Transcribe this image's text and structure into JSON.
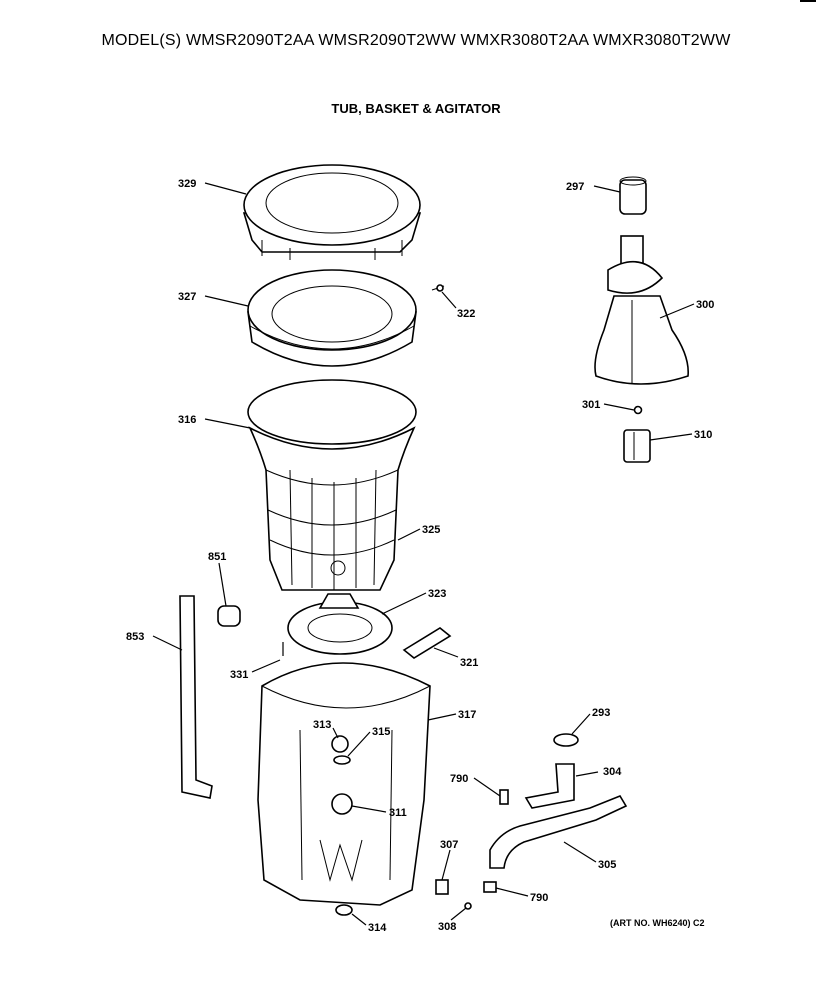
{
  "header": {
    "models": "MODEL(S) WMSR2090T2AA  WMSR2090T2WW  WMXR3080T2AA  WMXR3080T2WW",
    "section_title": "TUB, BASKET & AGITATOR"
  },
  "footer": {
    "art_number": "(ART NO. WH6240) C2"
  },
  "parts": [
    {
      "id": "329",
      "label": "329"
    },
    {
      "id": "297",
      "label": "297"
    },
    {
      "id": "327",
      "label": "327"
    },
    {
      "id": "322",
      "label": "322"
    },
    {
      "id": "300",
      "label": "300"
    },
    {
      "id": "316",
      "label": "316"
    },
    {
      "id": "301",
      "label": "301"
    },
    {
      "id": "310",
      "label": "310"
    },
    {
      "id": "325",
      "label": "325"
    },
    {
      "id": "851",
      "label": "851"
    },
    {
      "id": "323",
      "label": "323"
    },
    {
      "id": "853",
      "label": "853"
    },
    {
      "id": "321",
      "label": "321"
    },
    {
      "id": "331",
      "label": "331"
    },
    {
      "id": "317",
      "label": "317"
    },
    {
      "id": "293",
      "label": "293"
    },
    {
      "id": "313",
      "label": "313"
    },
    {
      "id": "315",
      "label": "315"
    },
    {
      "id": "304",
      "label": "304"
    },
    {
      "id": "790a",
      "label": "790"
    },
    {
      "id": "311",
      "label": "311"
    },
    {
      "id": "307",
      "label": "307"
    },
    {
      "id": "305",
      "label": "305"
    },
    {
      "id": "790b",
      "label": "790"
    },
    {
      "id": "314",
      "label": "314"
    },
    {
      "id": "308",
      "label": "308"
    }
  ]
}
